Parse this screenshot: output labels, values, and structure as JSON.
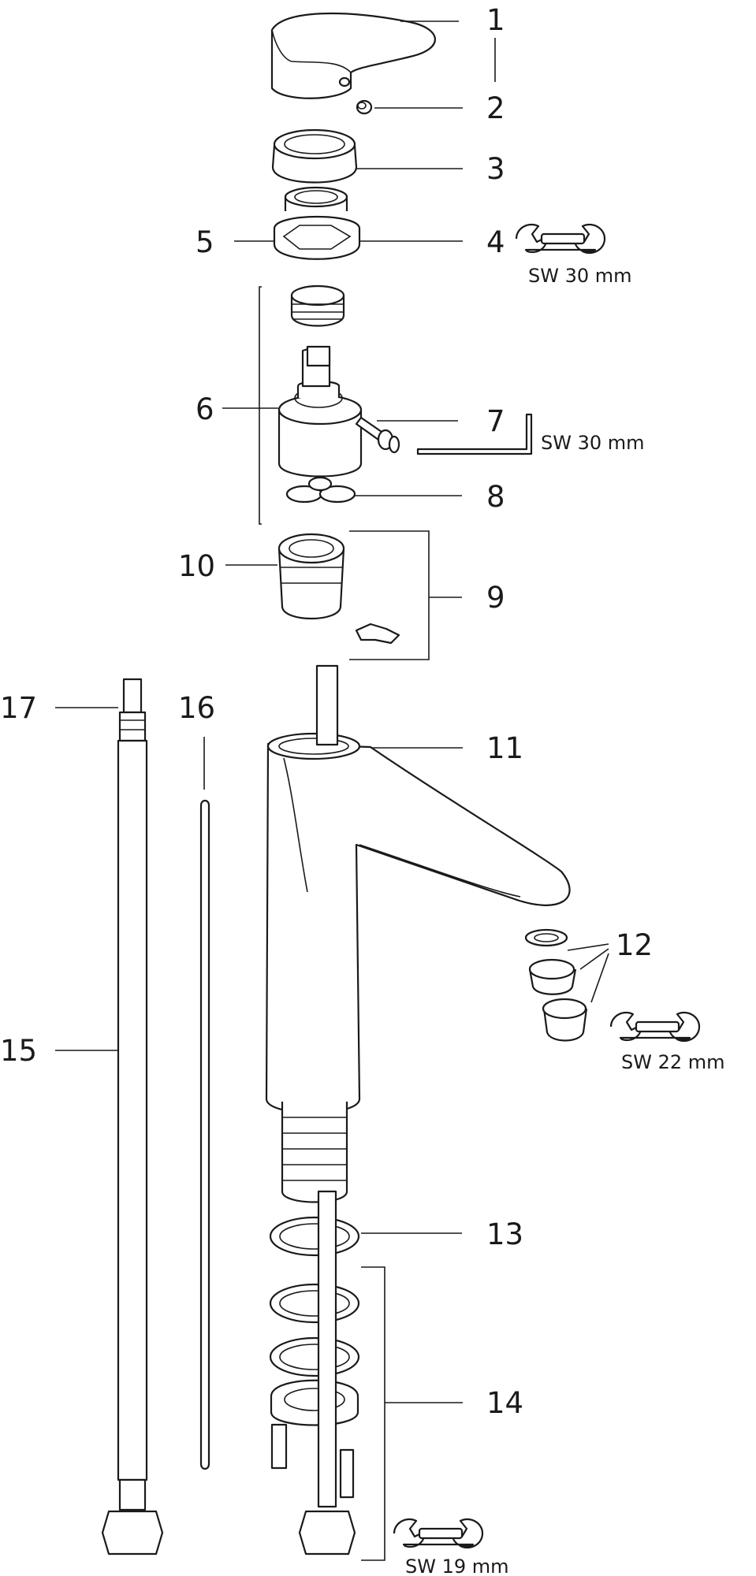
{
  "labels": {
    "l1": "1",
    "l2": "2",
    "l3": "3",
    "l4": "4",
    "l5": "5",
    "l6": "6",
    "l7": "7",
    "l8": "8",
    "l9": "9",
    "l10": "10",
    "l11": "11",
    "l12": "12",
    "l13": "13",
    "l14": "14",
    "l15": "15",
    "l16": "16",
    "l17": "17"
  },
  "tools": {
    "wrench_4": "SW 30 mm",
    "allen_7": "SW 30 mm",
    "wrench_12": "SW 22 mm",
    "wrench_14": "SW 19 mm"
  },
  "icons": [
    "wrench-icon",
    "allen-key-icon"
  ],
  "colors": {
    "line": "#1a1a1a",
    "background": "#ffffff"
  }
}
